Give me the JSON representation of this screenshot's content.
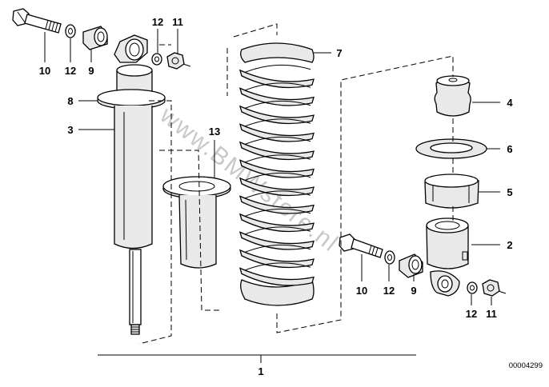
{
  "watermark": "www.BMWstore.nl",
  "drawing_code": "00004299",
  "callouts": {
    "c10a": "10",
    "c12a": "12",
    "c9a": "9",
    "c12b": "12",
    "c11a": "11",
    "c8": "8",
    "c3": "3",
    "c13": "13",
    "c7": "7",
    "c4": "4",
    "c6": "6",
    "c5": "5",
    "c2": "2",
    "c10b": "10",
    "c12c": "12",
    "c9b": "9",
    "c12d": "12",
    "c11b": "11",
    "c1": "1"
  },
  "parts": {
    "shock_absorber": "3",
    "spring_plate": "8",
    "coil_spring": "7",
    "protective_tube": "13",
    "bump_stop": "4",
    "spring_pad": "6",
    "guide_sleeve": "5",
    "spring_strut_mount": "2",
    "bolt": "10",
    "washer": "12",
    "rubber_mounting": "9",
    "nut": "11",
    "assembly": "1"
  }
}
